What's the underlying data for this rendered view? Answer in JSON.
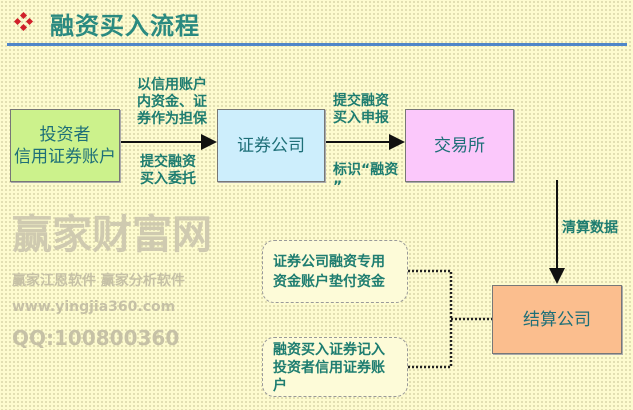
{
  "title": "融资买入流程",
  "nodes": {
    "investor": "投资者\n信用证券账户",
    "broker": "证券公司",
    "exchange": "交易所",
    "clearing": "结算公司",
    "note_funds": "证券公司融资专用资金账户垫付资金",
    "note_securities": "融资买入证券记入投资者信用证券账户"
  },
  "edge_labels": {
    "collateral": "以信用账户\n内资金、证\n券作为担保",
    "order": "提交融资\n买入委托",
    "declare": "提交融资\n买入申报",
    "mark": "标识“融资\n”",
    "clearing_data": "清算数据"
  },
  "colors": {
    "investor": "#ccf28c",
    "broker": "#cdeefc",
    "exchange": "#fbc8fb",
    "clearing": "#fbbe8e",
    "text": "#1e7d70",
    "rule": "#4f86c9"
  },
  "watermark": {
    "main": "赢家财富网",
    "sub": "赢家江恩软件 赢家分析软件",
    "url": "www.yingjia360.com",
    "qq": "QQ:100800360"
  }
}
